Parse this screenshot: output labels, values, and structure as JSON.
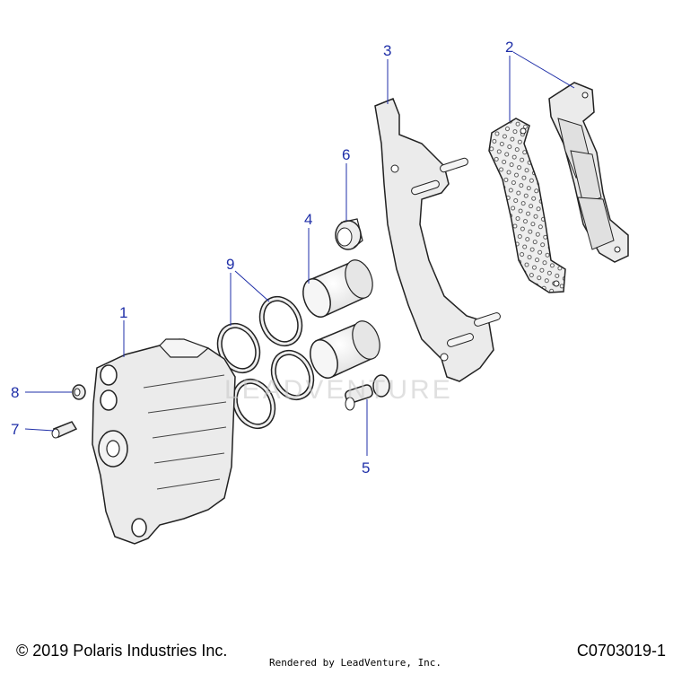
{
  "callouts": [
    {
      "id": "1",
      "label": "1"
    },
    {
      "id": "2",
      "label": "2"
    },
    {
      "id": "3",
      "label": "3"
    },
    {
      "id": "4",
      "label": "4"
    },
    {
      "id": "5",
      "label": "5"
    },
    {
      "id": "6",
      "label": "6"
    },
    {
      "id": "7",
      "label": "7"
    },
    {
      "id": "8",
      "label": "8"
    },
    {
      "id": "9",
      "label": "9"
    }
  ],
  "footer": {
    "copyright": "© 2019 Polaris Industries Inc.",
    "rendered_by": "Rendered by LeadVenture, Inc.",
    "diagram_code": "C0703019-1"
  },
  "watermark": "LEADVENTURE",
  "colors": {
    "callout": "#1f2fa8",
    "part_fill": "#ebebeb",
    "part_stroke": "#222222"
  }
}
